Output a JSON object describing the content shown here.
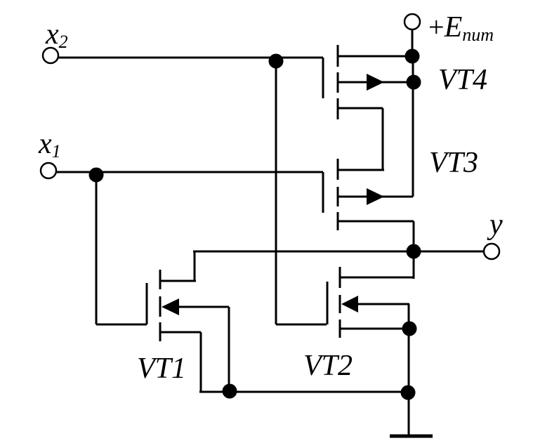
{
  "title": "CMOS NOR logic gate schematic",
  "labels": {
    "x2": {
      "main": "x",
      "sub": "2"
    },
    "x1": {
      "main": "x",
      "sub": "1"
    },
    "supply": {
      "prefix": "+",
      "main": "E",
      "sub": "num"
    },
    "output": "y",
    "vt1": "VT1",
    "vt2": "VT2",
    "vt3": "VT3",
    "vt4": "VT4"
  },
  "terminals": [
    "x2",
    "x1",
    "supply",
    "y"
  ],
  "transistors": [
    {
      "id": "VT1",
      "type": "n-channel MOSFET",
      "gate": "x1"
    },
    {
      "id": "VT2",
      "type": "n-channel MOSFET",
      "gate": "x2"
    },
    {
      "id": "VT3",
      "type": "p-channel MOSFET",
      "gate": "x1"
    },
    {
      "id": "VT4",
      "type": "p-channel MOSFET",
      "gate": "x2"
    }
  ],
  "colors": {
    "line": "#000000",
    "background": "#ffffff"
  }
}
